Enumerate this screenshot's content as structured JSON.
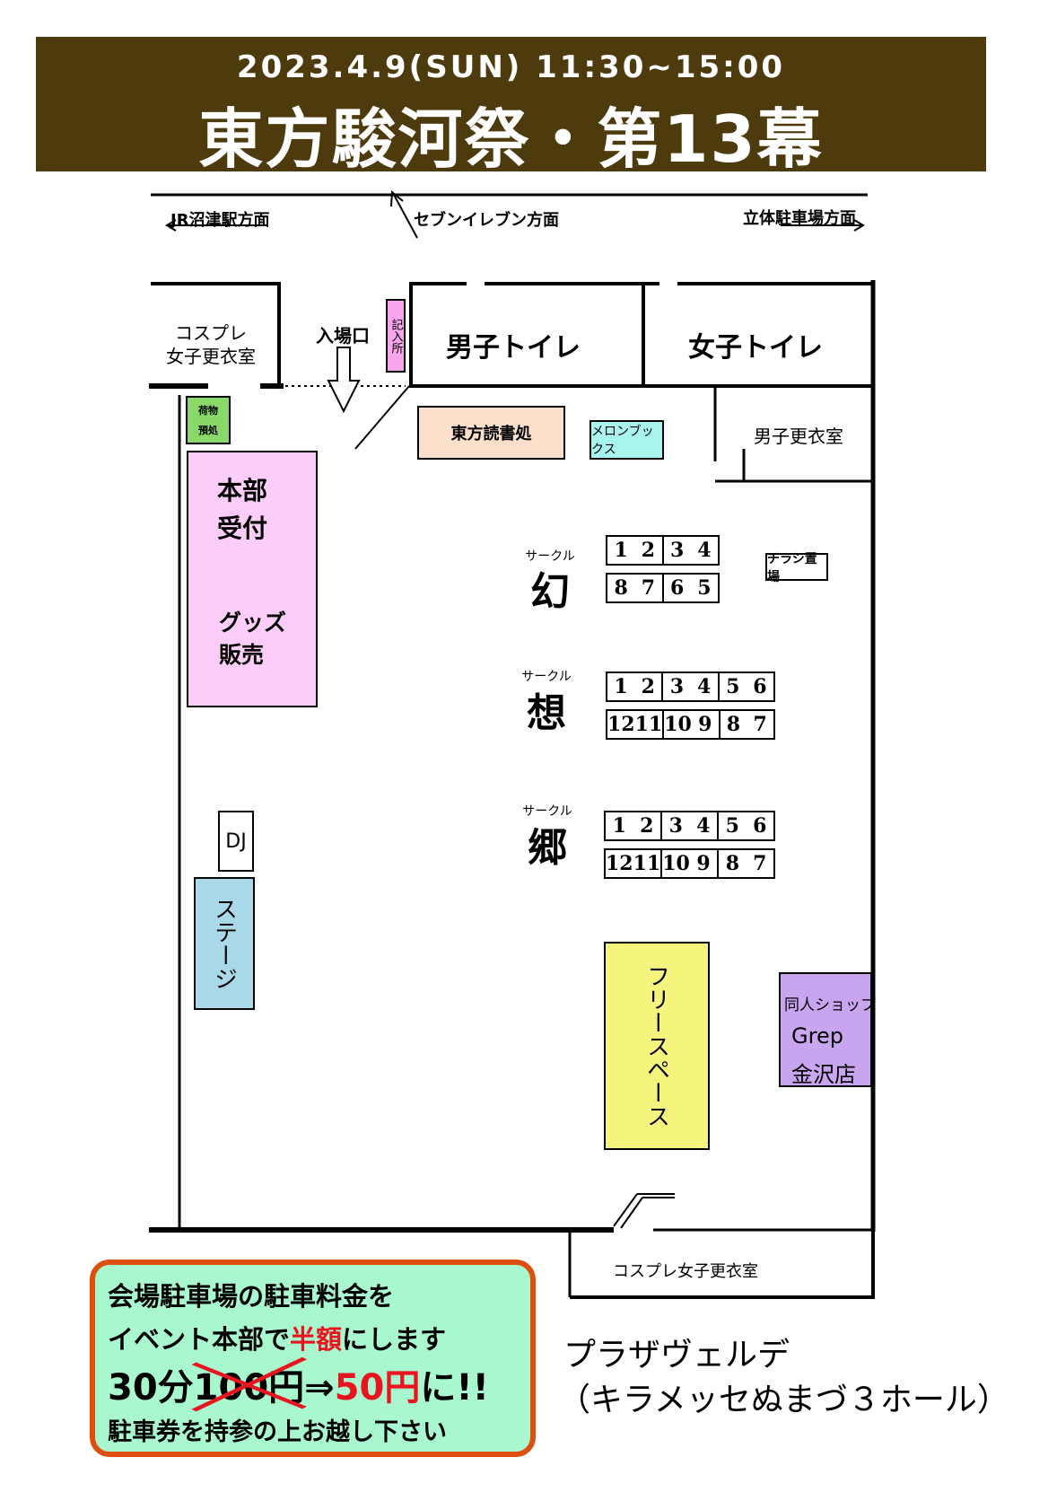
{
  "header": {
    "date_time": "2023.4.9(SUN) 11:30~15:00",
    "title": "東方駿河祭・第13幕"
  },
  "directions": {
    "left": "JR沼津駅方面",
    "center": "セブンイレブン方面",
    "right": "立体駐車場方面"
  },
  "rooms": {
    "cosplay_female_top": "コスプレ\n女子更衣室",
    "entrance": "入場口",
    "registration": "記入所",
    "mens_toilet": "男子トイレ",
    "womens_toilet": "女子トイレ",
    "luggage": "荷物\n預処",
    "reading": "東方読書処",
    "melonbooks": "メロンブックス",
    "mens_changing": "男子更衣室",
    "flyer": "チラシ置場",
    "hq_reception": "本部\n受付",
    "goods": "グッズ\n販売",
    "dj": "DJ",
    "stage": "ステージ",
    "free_space": "フリースペース",
    "doujin_shop": "同人ショップ",
    "doujin_shop_name": "Grep",
    "doujin_shop_branch": "金沢店",
    "cosplay_female_bottom": "コスプレ女子更衣室"
  },
  "circles": {
    "label": "サークル",
    "gen": {
      "name": "幻",
      "top": [
        "1",
        "2",
        "3",
        "4"
      ],
      "bottom": [
        "8",
        "7",
        "6",
        "5"
      ]
    },
    "sou": {
      "name": "想",
      "top": [
        "1",
        "2",
        "3",
        "4",
        "5",
        "6"
      ],
      "bottom": [
        "12",
        "11",
        "10",
        "9",
        "8",
        "7"
      ]
    },
    "kyou": {
      "name": "郷",
      "top": [
        "1",
        "2",
        "3",
        "4",
        "5",
        "6"
      ],
      "bottom": [
        "12",
        "11",
        "10",
        "9",
        "8",
        "7"
      ]
    }
  },
  "notice": {
    "line1": "会場駐車場の駐車料金を",
    "line2_a": "イベント本部で",
    "line2_b": "半額",
    "line2_c": "にします",
    "line3_a": "30分",
    "line3_b": "100円",
    "line3_c": "⇒",
    "line3_d": "50円",
    "line3_e": "に!!",
    "line4": "駐車券を持参の上お越し下さい"
  },
  "venue": {
    "name": "プラザヴェルデ",
    "sub": "（キラメッセぬまづ３ホール）"
  },
  "colors": {
    "banner": "#4d3b0d",
    "hq": "#fccdf8",
    "reading": "#fde0cc",
    "melonbooks": "#a8f5f0",
    "luggage": "#88d96a",
    "registration": "#f7a6ee",
    "stage": "#a9d8e8",
    "free_space": "#f5f57e",
    "doujin_shop": "#c9a5f0",
    "notice_bg": "#a8f7cf",
    "notice_border": "#de4f0f",
    "notice_red": "#e8141e"
  }
}
